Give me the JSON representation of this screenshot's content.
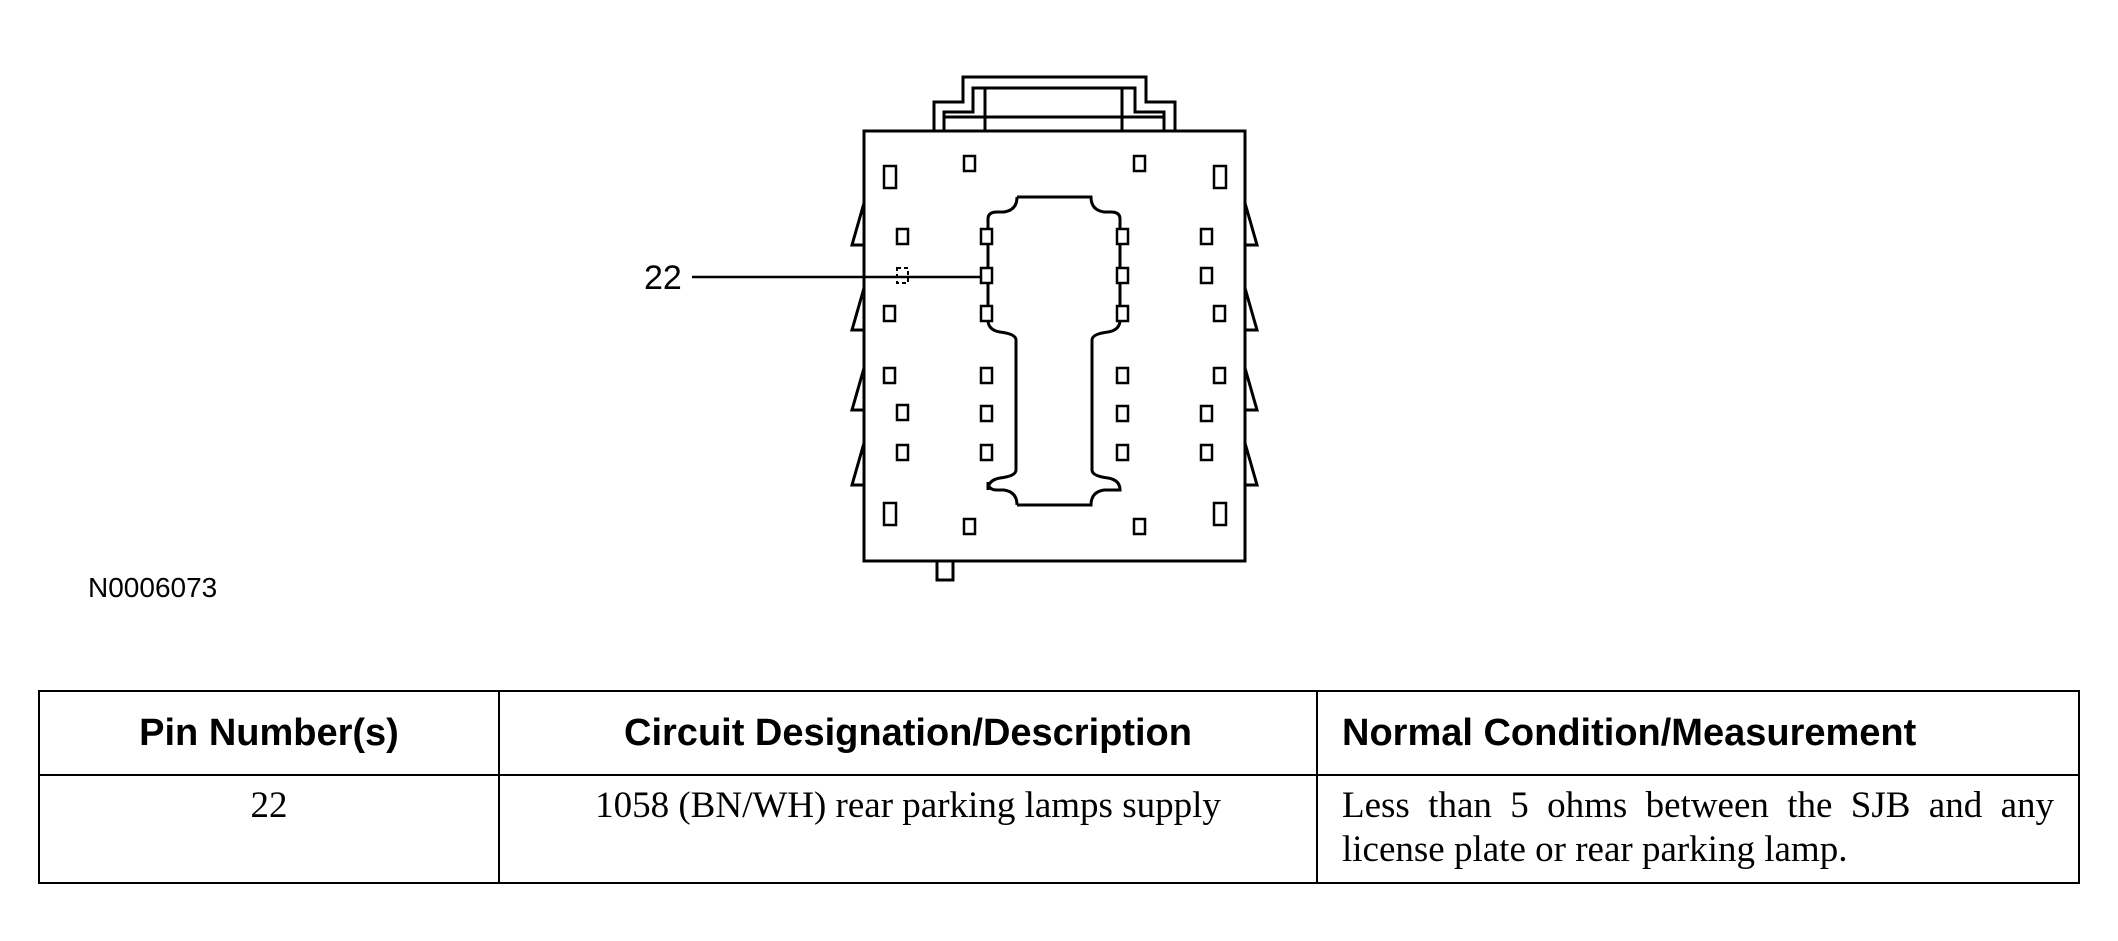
{
  "diagram": {
    "callout_label": "22",
    "figure_id": "N0006073"
  },
  "table": {
    "headers": [
      "Pin Number(s)",
      "Circuit Designation/Description",
      "Normal Condition/Measurement"
    ],
    "rows": [
      {
        "pin": "22",
        "circuit": "1058 (BN/WH) rear parking lamps supply",
        "condition": "Less than 5 ohms between the SJB and any license plate or rear parking lamp."
      }
    ]
  }
}
